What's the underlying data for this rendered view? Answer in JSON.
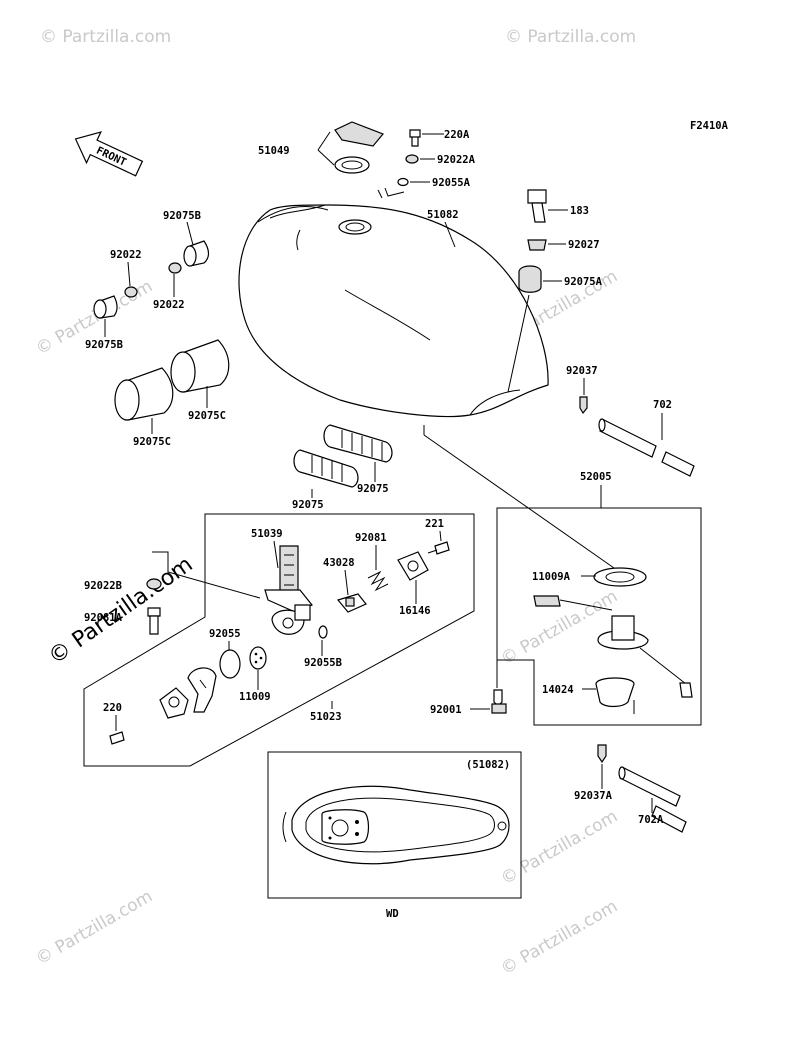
{
  "diagram": {
    "figure_code": "F2410A",
    "front_arrow": "FRONT",
    "inset_ref": "(51082)",
    "inset_caption": "WD",
    "watermark": "© Partzilla.com",
    "watermark_big": "© Partzilla.com",
    "labels": {
      "p51049": "51049",
      "p220A": "220A",
      "p92022A": "92022A",
      "p92055A": "92055A",
      "p51082": "51082",
      "p183": "183",
      "p92027": "92027",
      "p92075A": "92075A",
      "p92075B_top": "92075B",
      "p92022_top": "92022",
      "p92022_bot": "92022",
      "p92075B_bot": "92075B",
      "p92075C_r": "92075C",
      "p92075C_l": "92075C",
      "p92037": "92037",
      "p702": "702",
      "p92075_l": "92075",
      "p92075_r": "92075",
      "p52005": "52005",
      "p51039": "51039",
      "p92081": "92081",
      "p221": "221",
      "p43028": "43028",
      "p16146": "16146",
      "p92022B": "92022B",
      "p92081A": "92081A",
      "p92055": "92055",
      "p92055B": "92055B",
      "p11009": "11009",
      "p51023": "51023",
      "p220": "220",
      "p11009A": "11009A",
      "p14024": "14024",
      "p92001": "92001",
      "p92037A": "92037A",
      "p702A": "702A"
    }
  }
}
